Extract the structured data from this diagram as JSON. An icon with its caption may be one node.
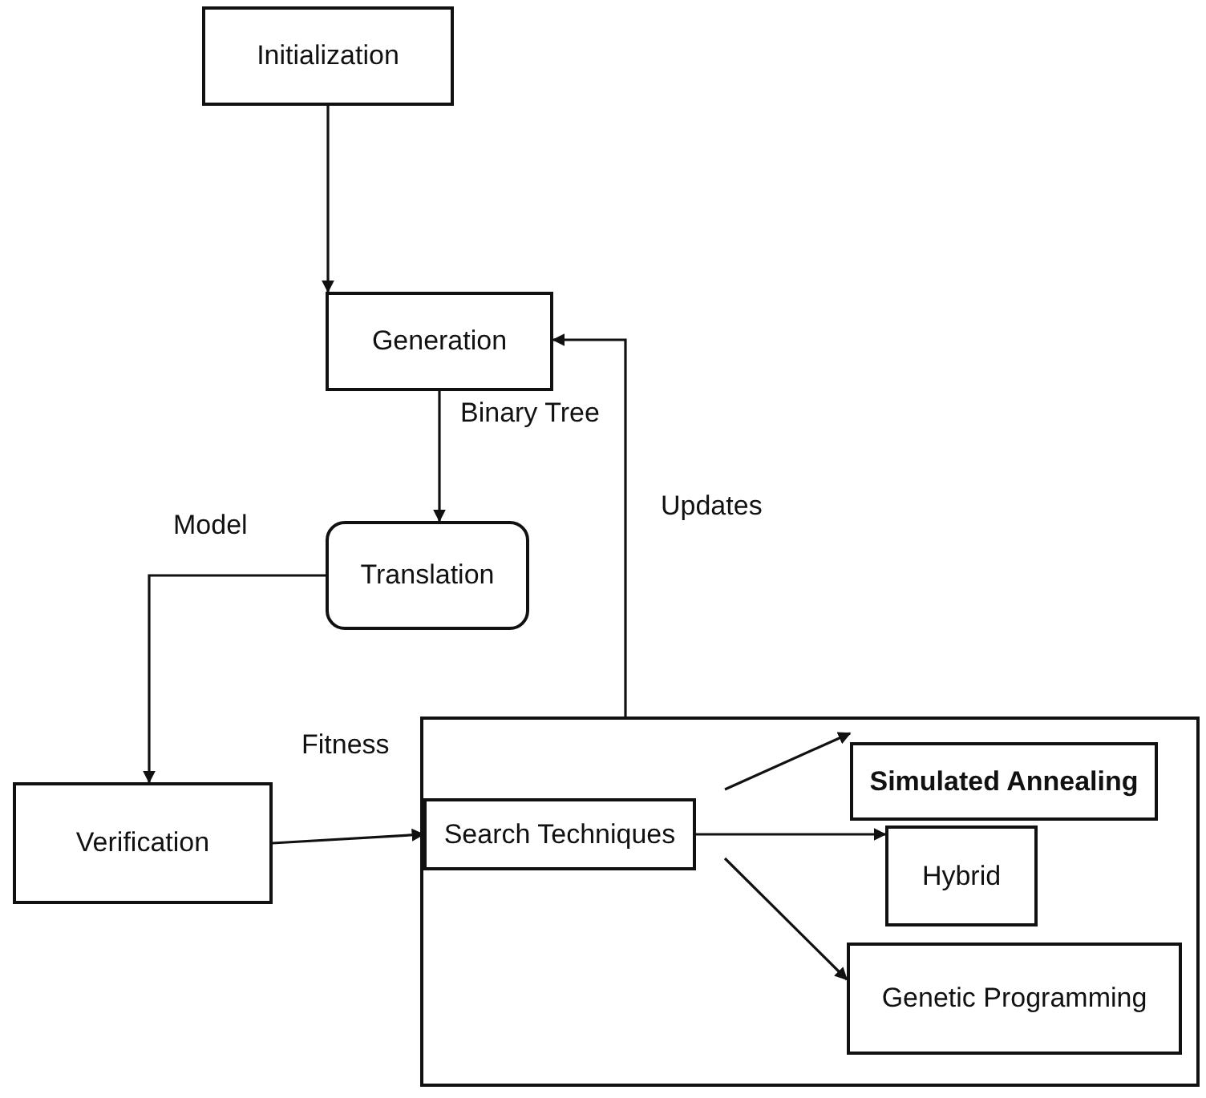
{
  "diagram": {
    "nodes": [
      {
        "text": [
          "Initialization"
        ]
      },
      {
        "text": [
          "Generation"
        ]
      },
      {
        "text": [
          "Translation"
        ]
      },
      {
        "text": [
          "Verification"
        ]
      },
      {
        "text": [],
        "shape": "box"
      },
      {
        "text": [
          "Search Techniques"
        ],
        "in": 4
      },
      {
        "text": [
          "Simulated Annealing"
        ],
        "in": 4
      },
      {
        "text": [
          "Hybrid"
        ],
        "in": 4
      },
      {
        "text": [
          "Genetic Programming"
        ],
        "in": 4
      }
    ],
    "edges": [
      {
        "from": 0,
        "to": 1,
        "arrow": "to"
      },
      {
        "from": 1,
        "to": 2,
        "arrow": "to",
        "label": "Binary Tree"
      },
      {
        "from": 2,
        "to": 3,
        "arrow": "to",
        "label": "Model"
      },
      {
        "from": 3,
        "to": 5,
        "arrow": "to",
        "label": "Fitness"
      },
      {
        "from": 4,
        "to": 1,
        "arrow": "to",
        "label": "Updates"
      },
      {
        "from": 5,
        "to": 6,
        "arrow": "to"
      },
      {
        "from": 5,
        "to": 7,
        "arrow": "to"
      },
      {
        "from": 5,
        "to": 8,
        "arrow": "to"
      }
    ]
  }
}
